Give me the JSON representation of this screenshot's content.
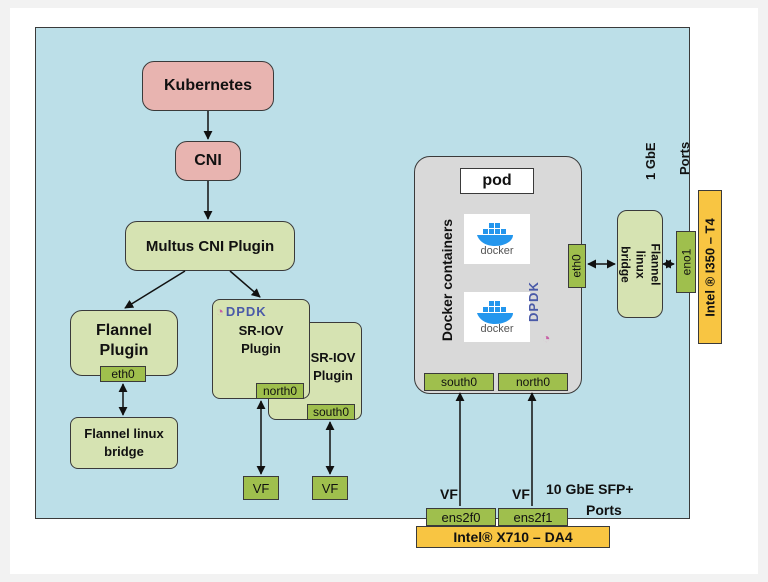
{
  "labels": {
    "kubernetes": "Kubernetes",
    "cni": "CNI",
    "multus": "Multus CNI Plugin",
    "flannel_plugin": "Flannel Plugin",
    "flannel_eth0": "eth0",
    "flannel_bridge_left": "Flannel linux bridge",
    "sriov_1": "SR-IOV Plugin",
    "sriov_1_port": "north0",
    "sriov_2": "SR-IOV Plugin",
    "sriov_2_port": "south0",
    "vf_left": "VF",
    "vf_right": "VF",
    "dpdk": "DPDK",
    "pod": "pod",
    "docker_containers": "Docker containers",
    "docker": "docker",
    "pod_eth0": "eth0",
    "pod_south0": "south0",
    "pod_north0": "north0",
    "flannel_bridge_right": "Flannel linux bridge",
    "eno1": "eno1",
    "i350": "Intel ® I350 – T4",
    "gbe_ports_1": "1 GbE",
    "gbe_ports_2": "Ports",
    "vf_bottom_1": "VF",
    "vf_bottom_2": "VF",
    "sfp_1": "10 GbE SFP+",
    "sfp_2": "Ports",
    "ens2f0": "ens2f0",
    "ens2f1": "ens2f1",
    "x710": "Intel® X710 – DA4"
  },
  "colors": {
    "background": "#bcdfe8",
    "pink_box": "#e8b4b0",
    "green_box": "#d6e3b2",
    "port_tag": "#9fbf4d",
    "nic": "#f8c542"
  }
}
